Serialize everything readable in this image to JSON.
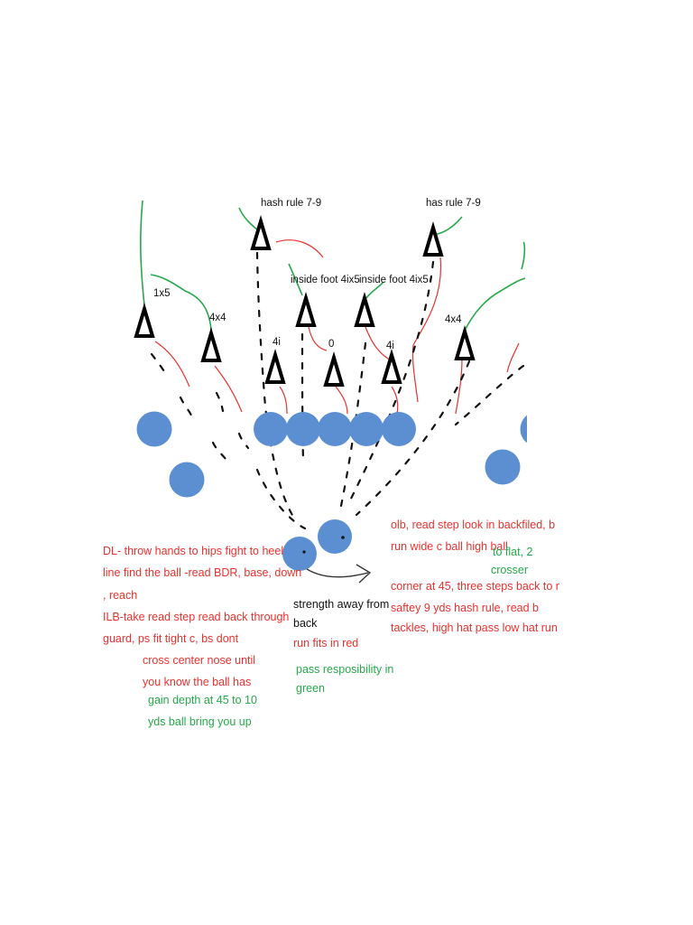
{
  "colors": {
    "offense": "#5b8fd2",
    "run_fit": "#e8322e",
    "pass_resp": "#25a84a",
    "path": "#111111"
  },
  "defender_labels": {
    "hash_left": "hash rule 7-9",
    "hash_right": "has rule 7-9",
    "one_x_five": "1x5",
    "four_x_four_left": "4x4",
    "four_x_four_right": "4x4",
    "inside_foot_left": "inside foot 4ix5",
    "inside_foot_right": "inside foot 4ix5",
    "four_i_left": "4i",
    "zero": "0",
    "four_i_right": "4i"
  },
  "notes_left": {
    "dl_line1": "DL- throw hands to hips fight to heel",
    "dl_line2": "line find the ball -read BDR, base, down",
    "dl_line3": ", reach",
    "ilb_line1": "ILB-take read step read back through",
    "ilb_line2": "guard,  ps fit tight c, bs dont",
    "ilb_line3": "cross center nose until",
    "ilb_line4": "you know the ball has",
    "ilb_green1": "gain depth at 45 to 10",
    "ilb_green2": "yds ball bring you up"
  },
  "notes_center": {
    "strength1": "strength away from",
    "strength2": "back",
    "run_fits": "run fits in red",
    "pass1": "pass resposibility in",
    "pass2": "green"
  },
  "notes_right": {
    "olb1": "olb, read step look in backfiled, b",
    "olb2": "run wide c ball high ball",
    "olb2_green": "to flat, 2",
    "crosser": "crosser",
    "corner": "corner at 45, three steps back to r",
    "safety": "saftey 9  yds hash rule,       read b",
    "tackles": "tackles, high hat pass low hat run"
  }
}
